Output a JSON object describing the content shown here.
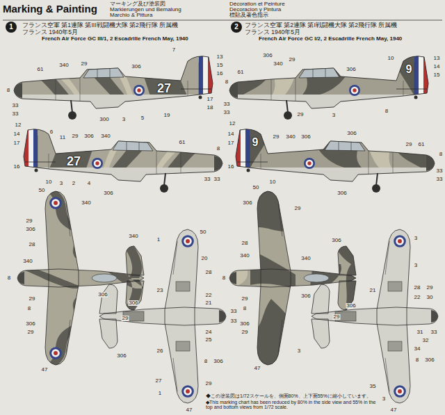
{
  "diagram": {
    "title": "Marking & Painting",
    "nodes": [
      {
        "text": [
          "1"
        ]
      },
      {
        "text": [
          "2"
        ]
      }
    ],
    "labels": [
      "マーキング及び塗装図",
      "Markierungen und Bemalung",
      "Marchio & Pittura",
      "Décoration et Peinture",
      "Decoracion y Pintura",
      "標貼及著色指示",
      "フランス空軍 第1連隊 第III戦闘機大隊 第2飛行隊 所属機",
      "フランス 1940年5月",
      "French Air Force GC III/1, 2 Escadrille French May, 1940",
      "フランス空軍 第2連隊 第I戦闘機大隊 第2飛行隊 所属機",
      "フランス 1940年5月",
      "French Air Force GC I/2, 2 Escadrille French May, 1940",
      "27",
      "27",
      "9",
      "9",
      "61",
      "340",
      "29",
      "306",
      "7",
      "13",
      "15",
      "16",
      "17",
      "18",
      "8",
      "33",
      "33",
      "300",
      "3",
      "5",
      "19",
      "12",
      "14",
      "17",
      "16",
      "6",
      "11",
      "29",
      "306",
      "340",
      "61",
      "8",
      "33",
      "33",
      "10",
      "3",
      "2",
      "4",
      "306",
      "306",
      "340",
      "29",
      "306",
      "10",
      "13",
      "14",
      "15",
      "8",
      "61",
      "33",
      "33",
      "29",
      "3",
      "8",
      "12",
      "14",
      "17",
      "16",
      "29",
      "340",
      "306",
      "306",
      "29",
      "61",
      "8",
      "33",
      "33",
      "10",
      "306",
      "50",
      "340",
      "29",
      "306",
      "28",
      "340",
      "8",
      "29",
      "8",
      "306",
      "29",
      "47",
      "340",
      "306",
      "29",
      "1",
      "50",
      "20",
      "28",
      "23",
      "22",
      "21",
      "33",
      "33",
      "306",
      "24",
      "25",
      "26",
      "306",
      "8",
      "306",
      "27",
      "29",
      "1",
      "47",
      "50",
      "306",
      "29",
      "28",
      "340",
      "306",
      "8",
      "340",
      "306",
      "29",
      "8",
      "306",
      "29",
      "29",
      "3",
      "47",
      "3",
      "3",
      "21",
      "28",
      "29",
      "22",
      "30",
      "306",
      "31",
      "33",
      "32",
      "34",
      "8",
      "306",
      "35",
      "3",
      "47",
      "◆この塗装図は1/72スケールを、側面80%、上下面55%に縮小しています。",
      "◆This marking chart has been reduced by 80% in the side view and 55% in the top and bottom views from 1/72 scale."
    ]
  }
}
